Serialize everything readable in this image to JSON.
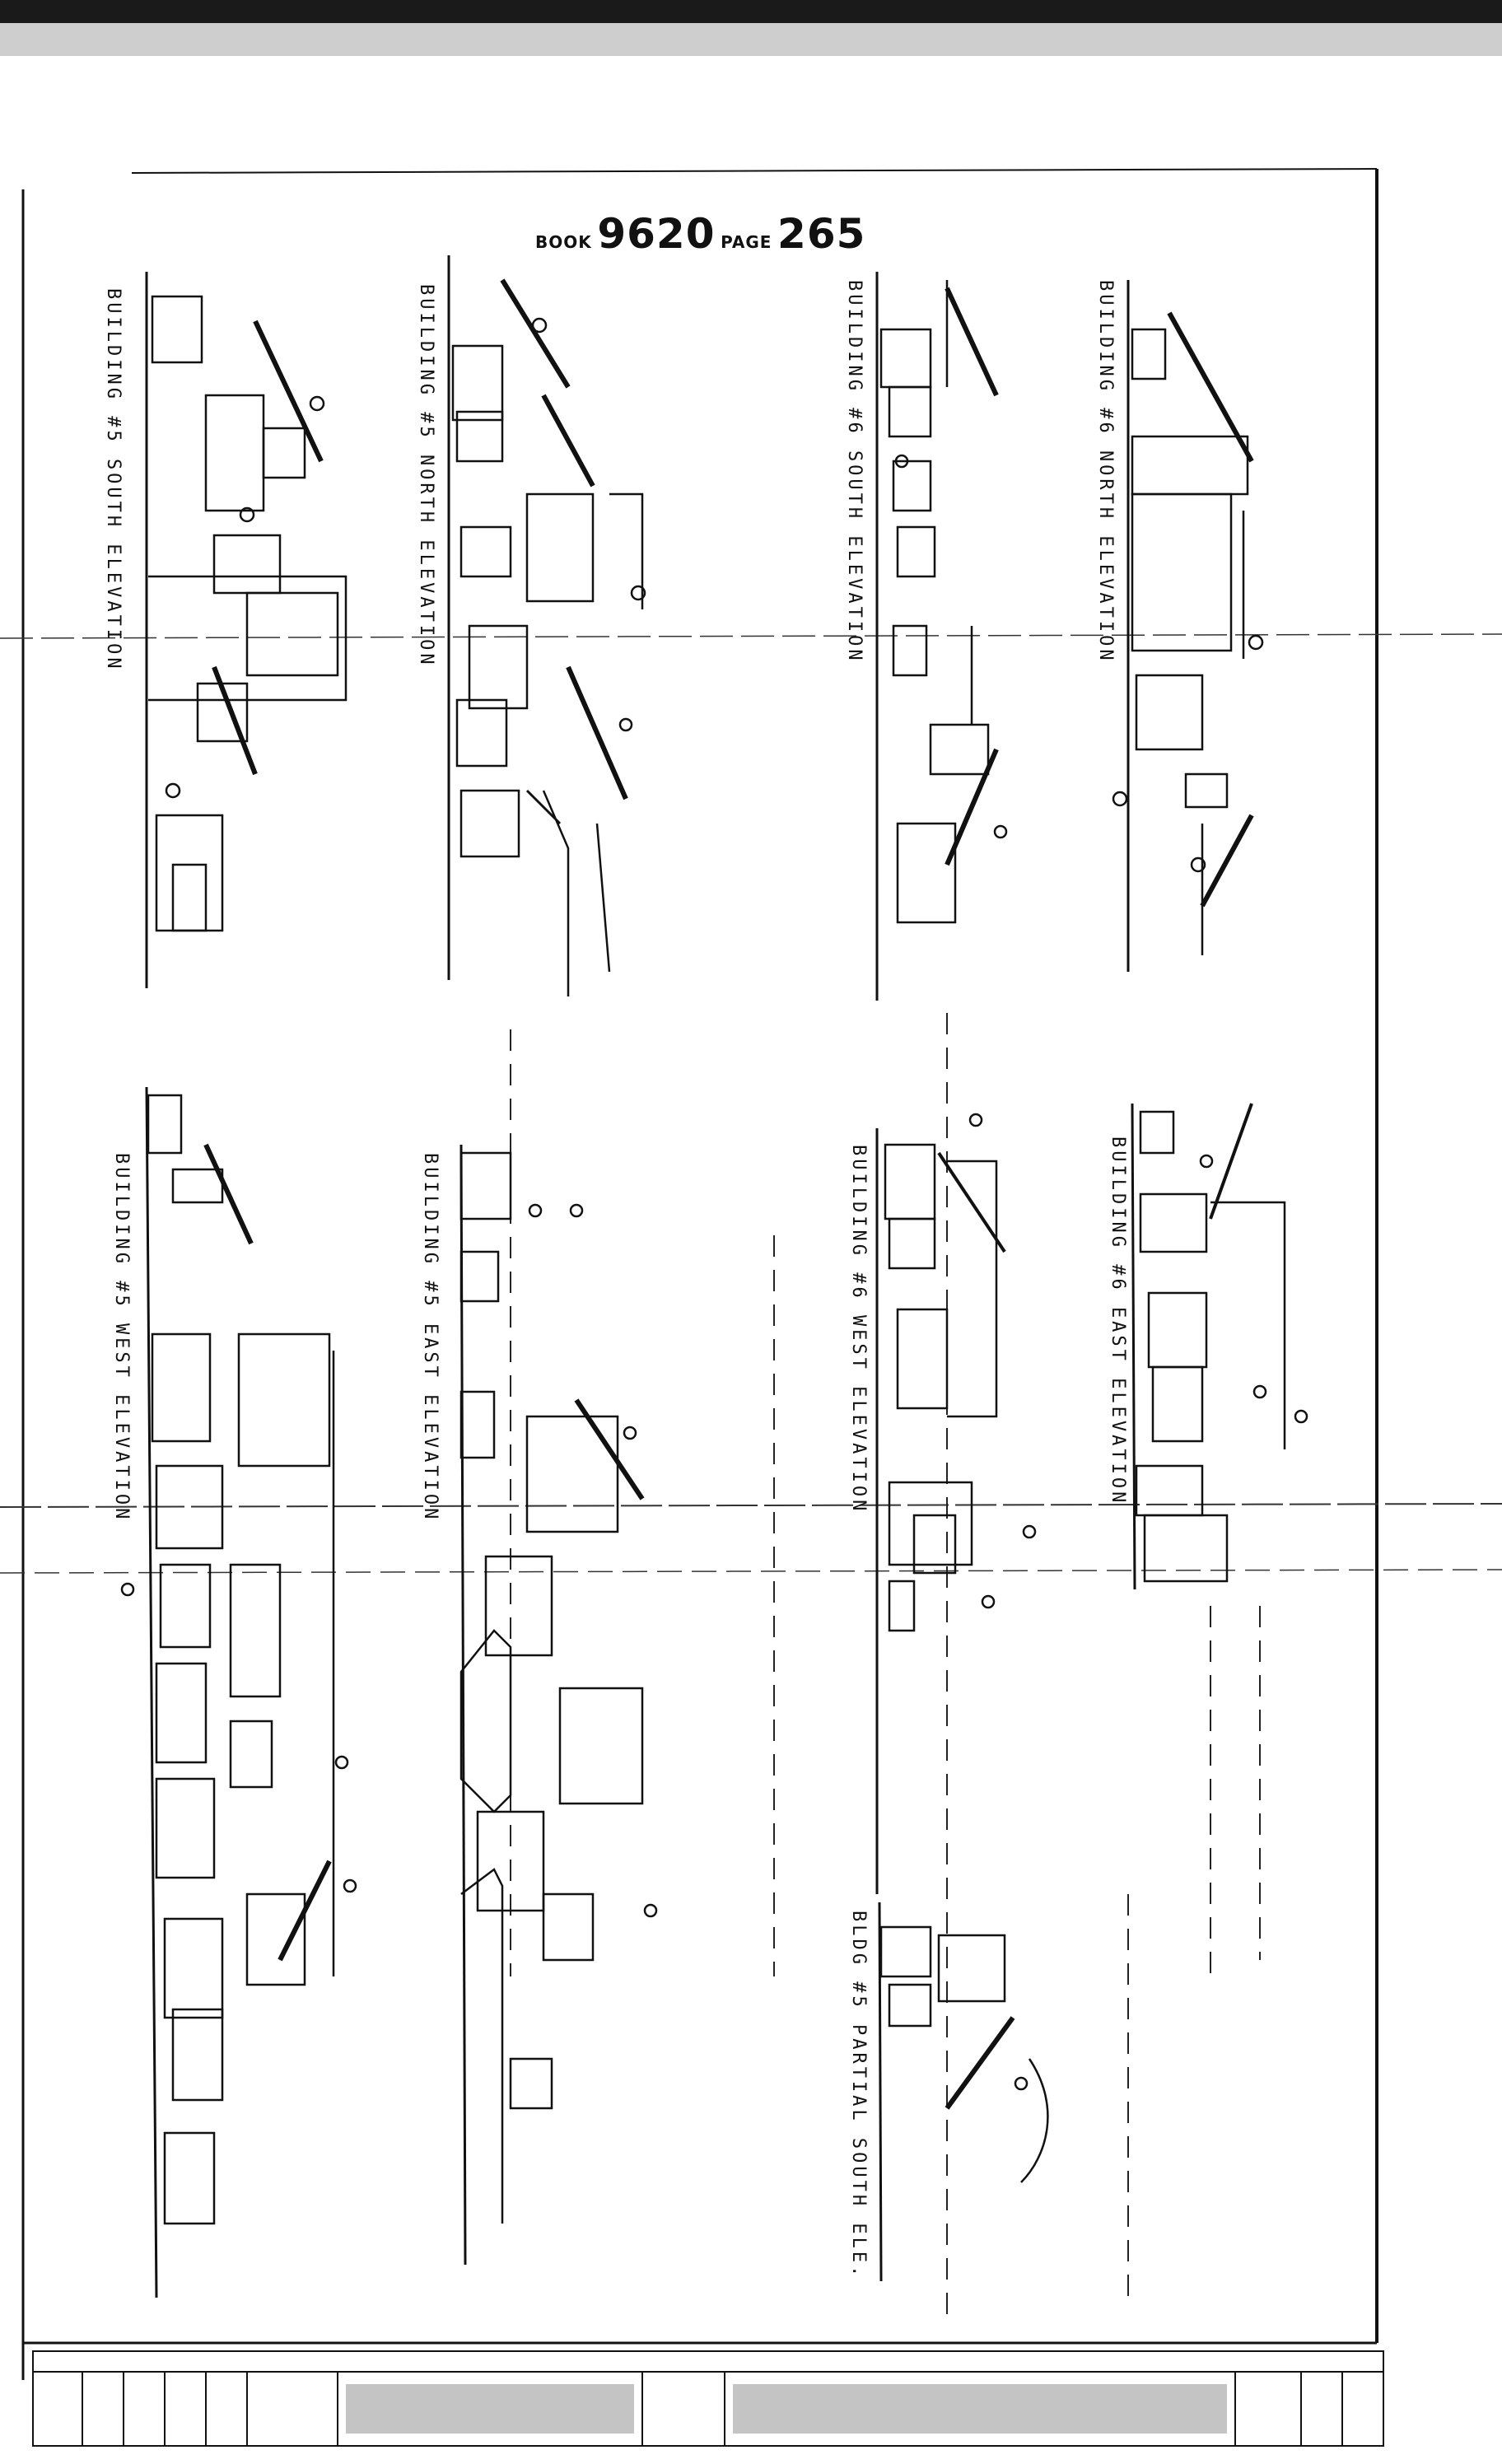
{
  "stamp": {
    "book_label": "BOOK",
    "book_number": "9620",
    "page_label": "PAGE",
    "page_number": "265"
  },
  "elevations": [
    {
      "id": "b5-south",
      "title": "BUILDING #5 SOUTH ELEVATION"
    },
    {
      "id": "b5-north",
      "title": "BUILDING #5 NORTH ELEVATION"
    },
    {
      "id": "b6-south",
      "title": "BUILDING #6 SOUTH ELEVATION"
    },
    {
      "id": "b6-north",
      "title": "BUILDING #6 NORTH ELEVATION"
    },
    {
      "id": "b5-west",
      "title": "BUILDING #5 WEST ELEVATION"
    },
    {
      "id": "b5-east",
      "title": "BUILDING #5 EAST ELEVATION"
    },
    {
      "id": "b6-west",
      "title": "BUILDING #6 WEST ELEVATION"
    },
    {
      "id": "b6-east",
      "title": "BUILDING #6 EAST ELEVATION"
    },
    {
      "id": "b5-partial",
      "title": "BLDG #5 PARTIAL SOUTH ELE."
    }
  ],
  "colors": {
    "ink": "#111111",
    "paper": "#ffffff",
    "smudge": "#2a2a2a"
  }
}
